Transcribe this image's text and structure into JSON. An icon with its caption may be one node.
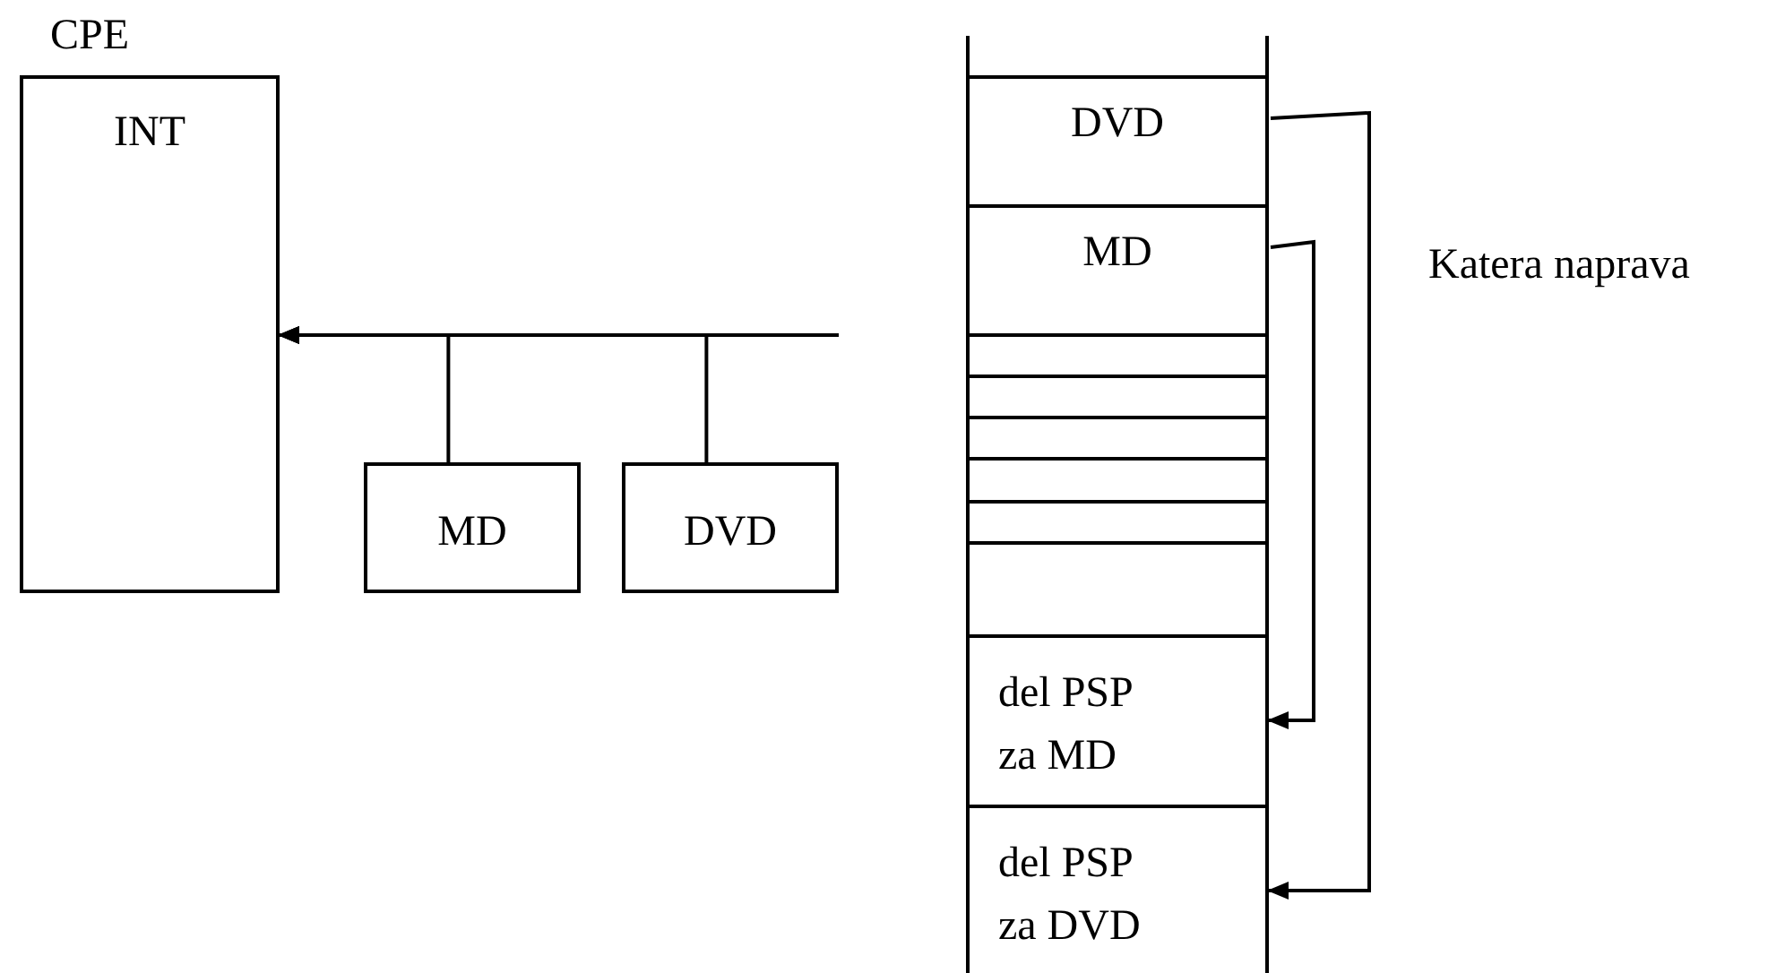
{
  "diagram": {
    "nodes": [
      {
        "text": [
          "CPE",
          "INT"
        ]
      },
      {
        "text": [
          "MD"
        ]
      },
      {
        "text": [
          "DVD"
        ]
      },
      {
        "text": [
          "DVD"
        ]
      },
      {
        "text": [
          "MD"
        ]
      },
      {
        "text": [],
        "shape": "box"
      },
      {
        "text": [],
        "shape": "box"
      },
      {
        "text": [],
        "shape": "box"
      },
      {
        "text": [],
        "shape": "box"
      },
      {
        "text": [],
        "shape": "box"
      },
      {
        "text": [],
        "shape": "box"
      },
      {
        "text": [
          "del PSP za MD"
        ]
      },
      {
        "text": [
          "del PSP za DVD"
        ]
      }
    ],
    "edges": [
      {
        "from": null,
        "to": 0,
        "arrow": "to"
      },
      {
        "from": 1,
        "to": 0,
        "arrow": "to"
      },
      {
        "from": 2,
        "to": 0,
        "arrow": "to"
      },
      {
        "from": 3,
        "to": 12,
        "arrow": "to"
      },
      {
        "from": 4,
        "to": 11,
        "arrow": "to"
      }
    ],
    "labels": [
      "Katera naprava"
    ]
  }
}
